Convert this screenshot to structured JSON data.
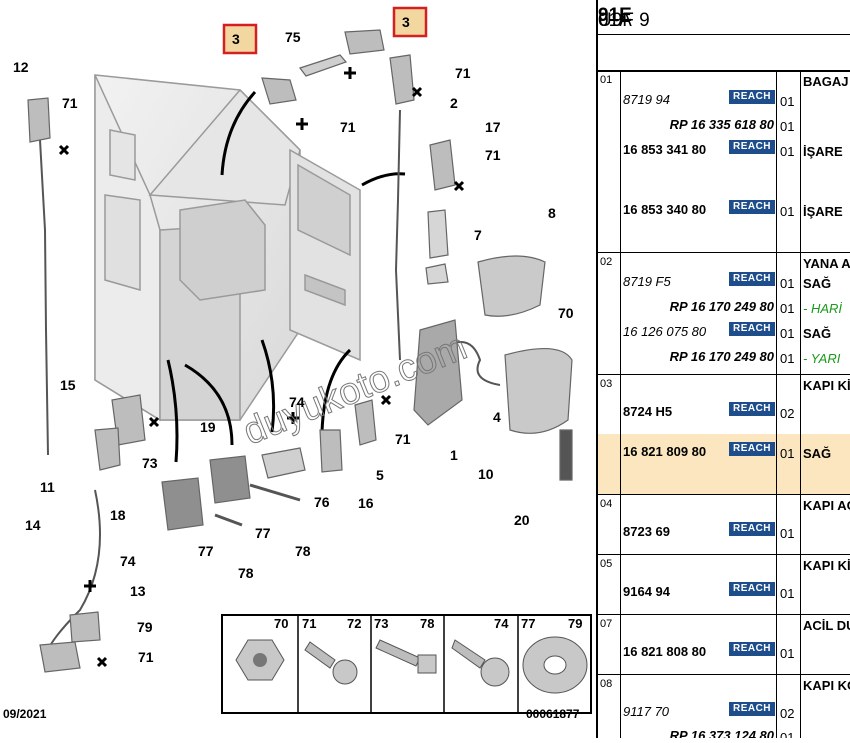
{
  "diagram": {
    "date": "09/2021",
    "code": "00061877",
    "watermark": "duyukoto.com",
    "callouts": [
      {
        "id": "c12",
        "label": "12"
      },
      {
        "id": "c71a",
        "label": "71"
      },
      {
        "id": "c3a",
        "label": "3"
      },
      {
        "id": "c75",
        "label": "75"
      },
      {
        "id": "c3b",
        "label": "3"
      },
      {
        "id": "c71b",
        "label": "71"
      },
      {
        "id": "c71c",
        "label": "71"
      },
      {
        "id": "c2",
        "label": "2"
      },
      {
        "id": "c17",
        "label": "17"
      },
      {
        "id": "c71d",
        "label": "71"
      },
      {
        "id": "c7",
        "label": "7"
      },
      {
        "id": "c8",
        "label": "8"
      },
      {
        "id": "c70",
        "label": "70"
      },
      {
        "id": "c15",
        "label": "15"
      },
      {
        "id": "c73",
        "label": "73"
      },
      {
        "id": "c11",
        "label": "11"
      },
      {
        "id": "c19",
        "label": "19"
      },
      {
        "id": "c74a",
        "label": "74"
      },
      {
        "id": "c71e",
        "label": "71"
      },
      {
        "id": "c4",
        "label": "4"
      },
      {
        "id": "c1",
        "label": "1"
      },
      {
        "id": "c5",
        "label": "5"
      },
      {
        "id": "c10",
        "label": "10"
      },
      {
        "id": "c18",
        "label": "18"
      },
      {
        "id": "c76",
        "label": "76"
      },
      {
        "id": "c16",
        "label": "16"
      },
      {
        "id": "c77a",
        "label": "77"
      },
      {
        "id": "c77b",
        "label": "77"
      },
      {
        "id": "c78a",
        "label": "78"
      },
      {
        "id": "c20",
        "label": "20"
      },
      {
        "id": "c14",
        "label": "14"
      },
      {
        "id": "c78b",
        "label": "78"
      },
      {
        "id": "c74b",
        "label": "74"
      },
      {
        "id": "c13",
        "label": "13"
      },
      {
        "id": "c79",
        "label": "79"
      },
      {
        "id": "c71f",
        "label": "71"
      }
    ],
    "legend": [
      "70",
      "71",
      "72",
      "73",
      "78",
      "74",
      "77",
      "79"
    ]
  },
  "panel": {
    "title_prefix": "U9F 9 ",
    "title_bold": "91E",
    "title_suffix": " 01A",
    "reach_label": "REACH",
    "rows": [
      {
        "num": "01",
        "desc": "BAGAJ",
        "parts": [
          {
            "ref": "8719 94",
            "italic": true,
            "qty": "01"
          },
          {
            "ref": "RP 16 335 618 80",
            "italic": true,
            "qty": "01"
          },
          {
            "ref": "16 853 341 80",
            "italic": false,
            "qty": "01",
            "note": "İŞARE"
          },
          {
            "ref": "16 853 340 80",
            "italic": false,
            "qty": "01",
            "note": "İŞARE"
          }
        ]
      },
      {
        "num": "02",
        "desc": "YANA A",
        "parts": [
          {
            "ref": "8719 F5",
            "italic": true,
            "qty": "01",
            "note": "SAĞ"
          },
          {
            "ref": "RP 16 170 249 80",
            "italic": true,
            "qty": "01",
            "note": "- HARİ"
          },
          {
            "ref": "16 126 075 80",
            "italic": true,
            "qty": "01",
            "note": "SAĞ"
          },
          {
            "ref": "RP 16 170 249 80",
            "italic": true,
            "qty": "01",
            "note": "- YARI"
          }
        ]
      },
      {
        "num": "03",
        "desc": "KAPI Kİ",
        "parts": [
          {
            "ref": "8724 H5",
            "italic": false,
            "qty": "02"
          }
        ]
      },
      {
        "num": "",
        "desc": "",
        "parts": [
          {
            "ref": "16 821 809 80",
            "italic": false,
            "qty": "01",
            "note": "SAĞ"
          }
        ]
      },
      {
        "num": "04",
        "desc": "KAPI AC",
        "parts": [
          {
            "ref": "8723 69",
            "italic": false,
            "qty": "01"
          }
        ]
      },
      {
        "num": "05",
        "desc": "KAPI Kİ",
        "parts": [
          {
            "ref": "9164 94",
            "italic": false,
            "qty": "01"
          }
        ]
      },
      {
        "num": "07",
        "desc": "ACİL DU",
        "parts": [
          {
            "ref": "16 821 808 80",
            "italic": false,
            "qty": "01"
          }
        ]
      },
      {
        "num": "08",
        "desc": "KAPI KO",
        "parts": [
          {
            "ref": "9117 70",
            "italic": true,
            "qty": "02"
          },
          {
            "ref": "RP 16 373 124 80",
            "italic": true,
            "qty": "01"
          }
        ]
      }
    ]
  },
  "colors": {
    "reach": "#1d4d8a",
    "highlight": "#fbe6bf",
    "callout_box": "#d42020",
    "callout_fill": "#f3d7a0",
    "green": "#1a9a1a"
  }
}
